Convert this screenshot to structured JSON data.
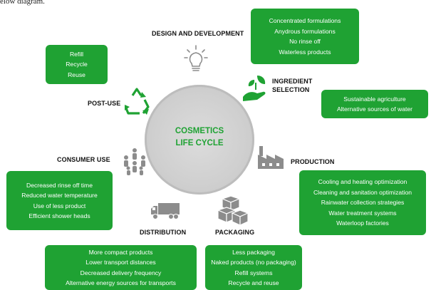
{
  "top_text": "elow diagram.",
  "center": {
    "line1": "COSMETICS",
    "line2": "LIFE CYCLE"
  },
  "labels": {
    "design": "DESIGN AND DEVELOPMENT",
    "ingredient_1": "INGREDIENT",
    "ingredient_2": "SELECTION",
    "production": "PRODUCTION",
    "packaging": "PACKAGING",
    "distribution": "DISTRIBUTION",
    "consumer_use": "CONSUMER USE",
    "post_use": "POST-USE"
  },
  "boxes": {
    "design": [
      "Concentrated formulations",
      "Anydrous formulations",
      "No rinse off",
      "Waterless products"
    ],
    "ingredient": [
      "Sustainable agriculture",
      "Alternative sources of water"
    ],
    "production": [
      "Cooling and heating optimization",
      "Cleaning and sanitation optimization",
      "Rainwater collection strategies",
      "Water treatment systems",
      "Waterloop factories"
    ],
    "packaging": [
      "Less packaging",
      "Naked products (no packaging)",
      "Refill systems",
      "Recycle and reuse"
    ],
    "distribution": [
      "More compact products",
      "Lower transport distances",
      "Decreased delivery frequency",
      "Alternative energy sources for transports"
    ],
    "consumer_use": [
      "Decreased rinse off time",
      "Reduced water temperature",
      "Use of less product",
      "Efficient shower heads"
    ],
    "post_use": [
      "Refill",
      "Recycle",
      "Reuse"
    ]
  },
  "icons": {
    "design": "lightbulb-icon",
    "ingredient": "hand-plant-icon",
    "production": "factory-icon",
    "packaging": "boxes-icon",
    "distribution": "truck-icon",
    "consumer_use": "people-icon",
    "post_use": "recycle-icon"
  },
  "colors": {
    "box_green": "#1fa233",
    "center_text": "#1fa233",
    "circle": "#cfcfcf",
    "icon_gray": "#8c8c8c"
  }
}
